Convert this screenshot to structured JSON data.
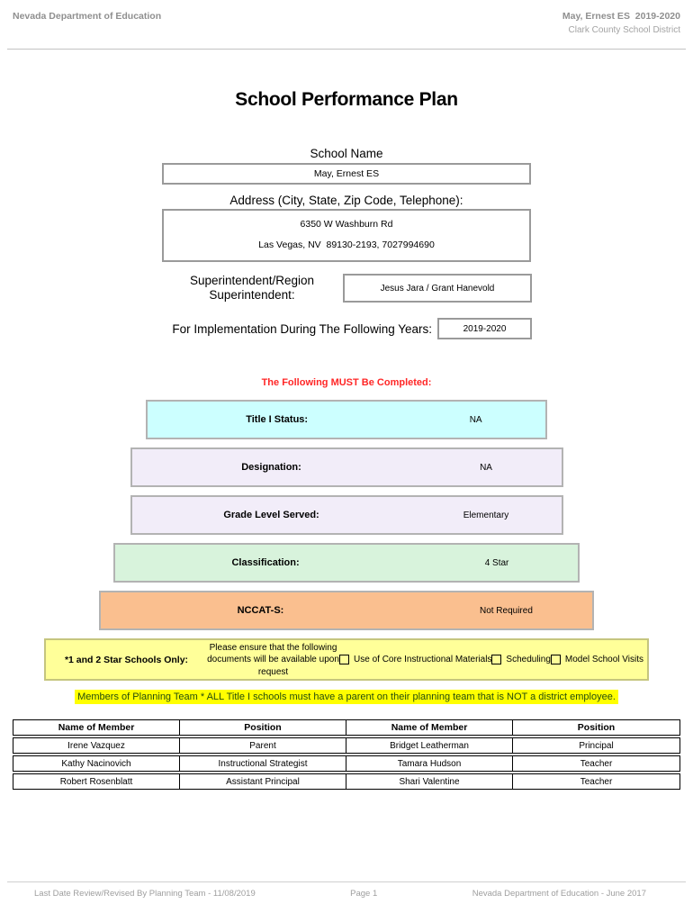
{
  "header": {
    "left_title": "Nevada Department of Education",
    "right_title": "May, Ernest ES  2019-2020",
    "right_subtitle": "Clark County School District"
  },
  "title": "School Performance Plan",
  "form": {
    "school_name_label": "School Name",
    "school_name_value": "May, Ernest ES",
    "address_label": "Address (City, State, Zip Code, Telephone):",
    "address_line1": "6350 W Washburn Rd",
    "address_line2": "Las Vegas, NV  89130-2193, 7027994690",
    "superintendent_label_line1": "Superintendent/Region",
    "superintendent_label_line2": "Superintendent:",
    "superintendent_value": "Jesus Jara / Grant Hanevold",
    "implementation_label": "For Implementation During The Following Years:",
    "implementation_value": "2019-2020"
  },
  "must_complete_notice": "The Following MUST Be Completed:",
  "status_rows": [
    {
      "label": "Title I Status:",
      "value": "NA",
      "bg": "#ccffff"
    },
    {
      "label": "Designation:",
      "value": "NA",
      "bg": "#f2edf9"
    },
    {
      "label": "Grade Level Served:",
      "value": "Elementary",
      "bg": "#f2edf9"
    },
    {
      "label": "Classification:",
      "value": "4 Star",
      "bg": "#d8f3dc"
    },
    {
      "label": "NCCAT-S:",
      "value": "Not Required",
      "bg": "#fabf8f"
    }
  ],
  "star_schools": {
    "label": "*1 and 2 Star Schools Only:",
    "instruction_line1": "Please ensure that the following",
    "instruction_line2": "documents will be available upon request",
    "checkboxes": [
      "Use of Core Instructional Materials",
      "Scheduling",
      "Model School Visits"
    ],
    "bg": "#ffff99"
  },
  "planning_team_notice": "Members of Planning Team * ALL Title I schools must have a parent on their planning team that is NOT a district employee.",
  "members_table": {
    "headers": [
      "Name of Member",
      "Position",
      "Name of Member",
      "Position"
    ],
    "rows": [
      [
        "Irene Vazquez",
        "Parent",
        "Bridget Leatherman",
        "Principal"
      ],
      [
        "Kathy Nacinovich",
        "Instructional Strategist",
        "Tamara Hudson",
        "Teacher"
      ],
      [
        "Robert Rosenblatt",
        "Assistant Principal",
        "Shari Valentine",
        "Teacher"
      ]
    ]
  },
  "footer": {
    "left": "Last Date Review/Revised By Planning Team - 11/08/2019",
    "center": "Page 1",
    "right": "Nevada Department of Education - June 2017"
  },
  "colors": {
    "highlight_yellow": "#ffff00",
    "notice_red": "#ff2626",
    "header_gray": "#8f8f8f",
    "planning_text_green": "#234c0d"
  }
}
